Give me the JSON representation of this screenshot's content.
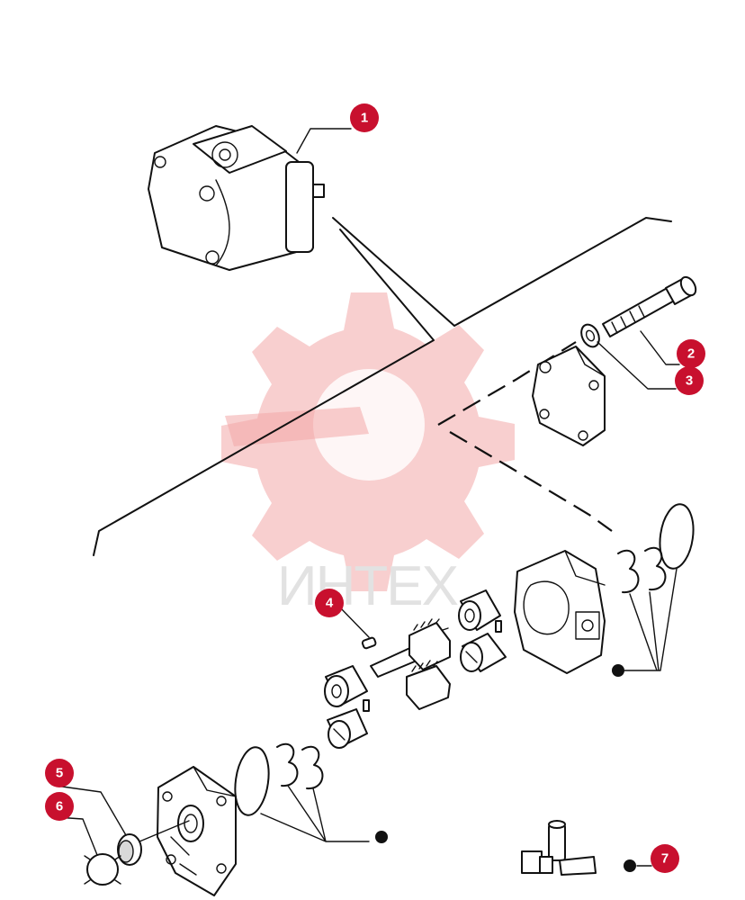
{
  "watermark": {
    "text": "ИНТЕХ"
  },
  "callouts": [
    {
      "label": "1"
    },
    {
      "label": "2"
    },
    {
      "label": "3"
    },
    {
      "label": "4"
    },
    {
      "label": "5"
    },
    {
      "label": "6"
    },
    {
      "label": "7"
    }
  ],
  "colors": {
    "callout": "#c8102e",
    "watermark": "#f2a8a8"
  }
}
